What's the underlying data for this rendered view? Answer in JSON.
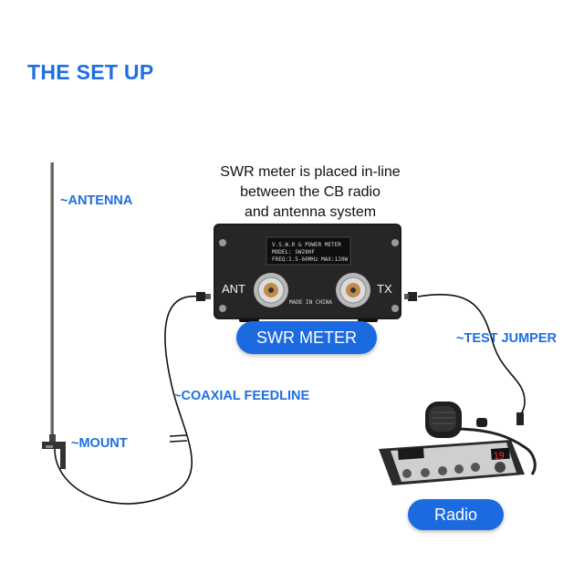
{
  "title": "THE SET UP",
  "caption": [
    "SWR meter is placed in-line",
    "between the CB radio",
    "and antenna system"
  ],
  "labels": {
    "antenna": "~ANTENNA",
    "mount": "~MOUNT",
    "coaxial": "~COAXIAL FEEDLINE",
    "test_jumper": "~TEST JUMPER"
  },
  "pills": {
    "swr_meter": "SWR METER",
    "radio": "Radio"
  },
  "meter": {
    "ant": "ANT",
    "tx": "TX",
    "display_line1": "V.S.W.R & POWER METER",
    "display_line2": "MODEL: SW28HF",
    "display_line3": "FREQ:1.5-60MHz   MAX:120W",
    "made_in": "MADE IN CHINA"
  },
  "radio": {
    "channel": "19"
  },
  "colors": {
    "accent": "#1e6fe0",
    "pill": "#1c6ae0"
  }
}
